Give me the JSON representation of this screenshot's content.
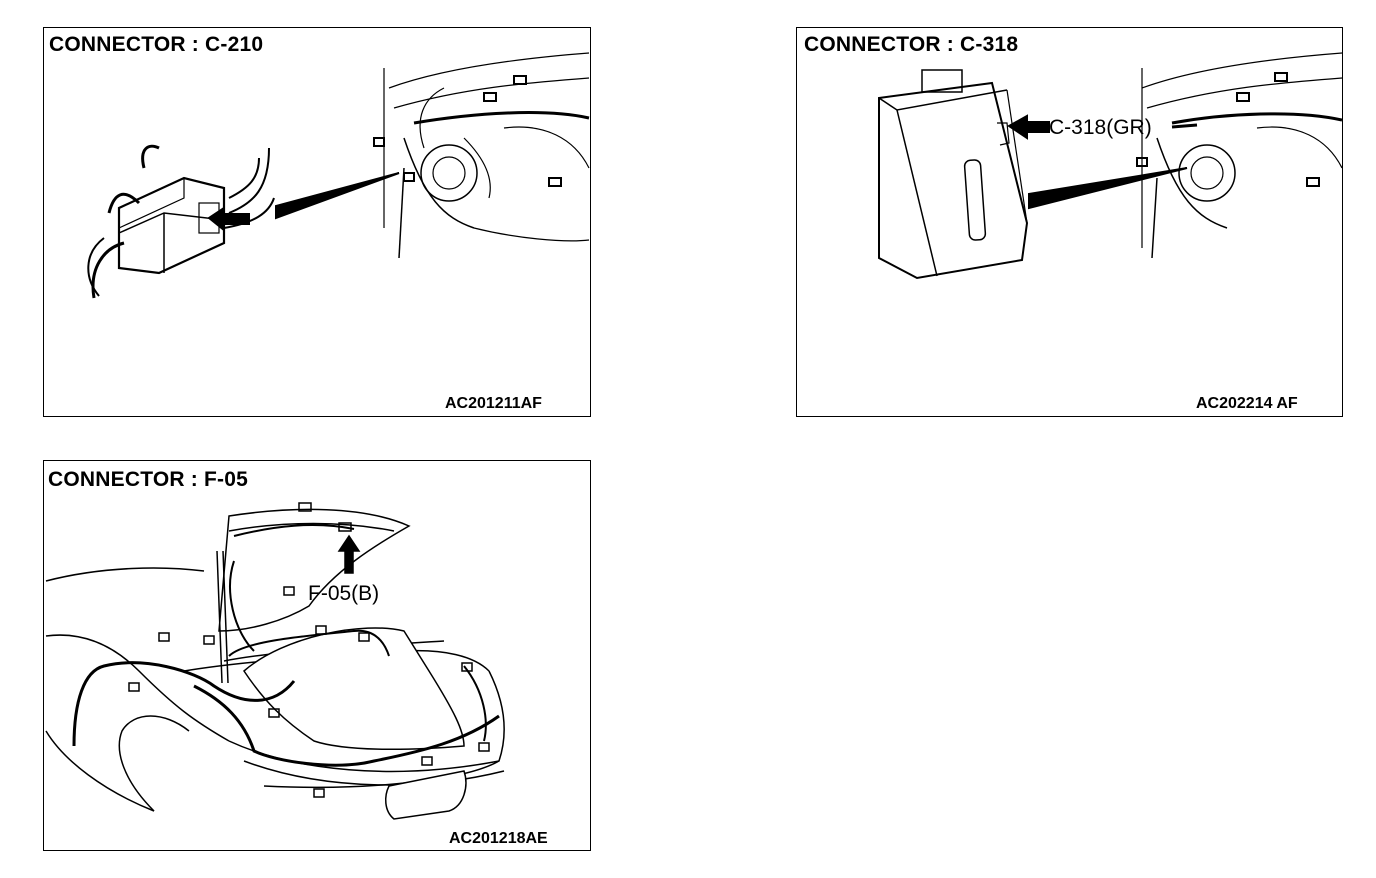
{
  "panels": [
    {
      "title": "CONNECTOR : C-210",
      "code": "AC201211AF",
      "callout": ""
    },
    {
      "title": "CONNECTOR : C-318",
      "code": "AC202214 AF",
      "callout": "C-318(GR)"
    },
    {
      "title": "CONNECTOR : F-05",
      "code": "AC201218AE",
      "callout": "F-05(B)"
    }
  ]
}
